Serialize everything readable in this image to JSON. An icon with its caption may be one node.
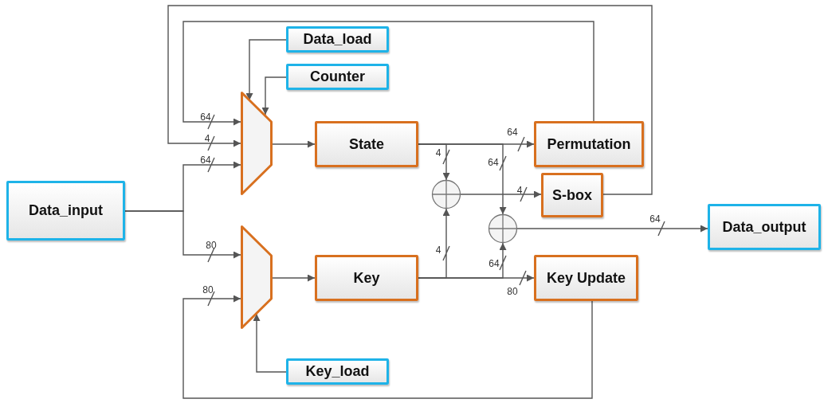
{
  "diagram": {
    "nodes": [
      {
        "text": [
          "Data_input"
        ]
      },
      {
        "text": [
          "Data_load"
        ]
      },
      {
        "text": [
          "Counter"
        ]
      },
      {
        "text": [],
        "shape": "trapezoid"
      },
      {
        "text": [
          "State"
        ]
      },
      {
        "text": [
          "Permutation"
        ]
      },
      {
        "text": [],
        "shape": "circle"
      },
      {
        "text": [
          "S-box"
        ]
      },
      {
        "text": [],
        "shape": "circle"
      },
      {
        "text": [
          "Data_output"
        ]
      },
      {
        "text": [],
        "shape": "trapezoid"
      },
      {
        "text": [
          "Key"
        ]
      },
      {
        "text": [
          "Key Update"
        ]
      },
      {
        "text": [
          "Key_load"
        ]
      }
    ],
    "edges": [
      {
        "from": 1,
        "to": 3,
        "arrow": "to"
      },
      {
        "from": 2,
        "to": 3,
        "arrow": "to"
      },
      {
        "from": 5,
        "to": 3,
        "arrow": "to",
        "label": "64"
      },
      {
        "from": 7,
        "to": 3,
        "arrow": "to",
        "label": "4"
      },
      {
        "from": 0,
        "to": 3,
        "arrow": "to",
        "label": "64"
      },
      {
        "from": 0,
        "to": 10,
        "arrow": "to",
        "label": "80"
      },
      {
        "from": 12,
        "to": 10,
        "arrow": "to",
        "label": "80"
      },
      {
        "from": 13,
        "to": 10,
        "arrow": "to"
      },
      {
        "from": 3,
        "to": 4,
        "arrow": "to"
      },
      {
        "from": 10,
        "to": 11,
        "arrow": "to"
      },
      {
        "from": 4,
        "to": 5,
        "arrow": "to",
        "label": "64"
      },
      {
        "from": 4,
        "to": 6,
        "arrow": "to",
        "label": "4"
      },
      {
        "from": 4,
        "to": 8,
        "arrow": "to",
        "label": "64"
      },
      {
        "from": 11,
        "to": 6,
        "arrow": "to",
        "label": "4"
      },
      {
        "from": 11,
        "to": 8,
        "arrow": "to",
        "label": "64"
      },
      {
        "from": 11,
        "to": 12,
        "arrow": "to",
        "label": "80"
      },
      {
        "from": 6,
        "to": 7,
        "arrow": "to",
        "label": "4"
      },
      {
        "from": 8,
        "to": 9,
        "arrow": "to",
        "label": "64"
      }
    ]
  }
}
